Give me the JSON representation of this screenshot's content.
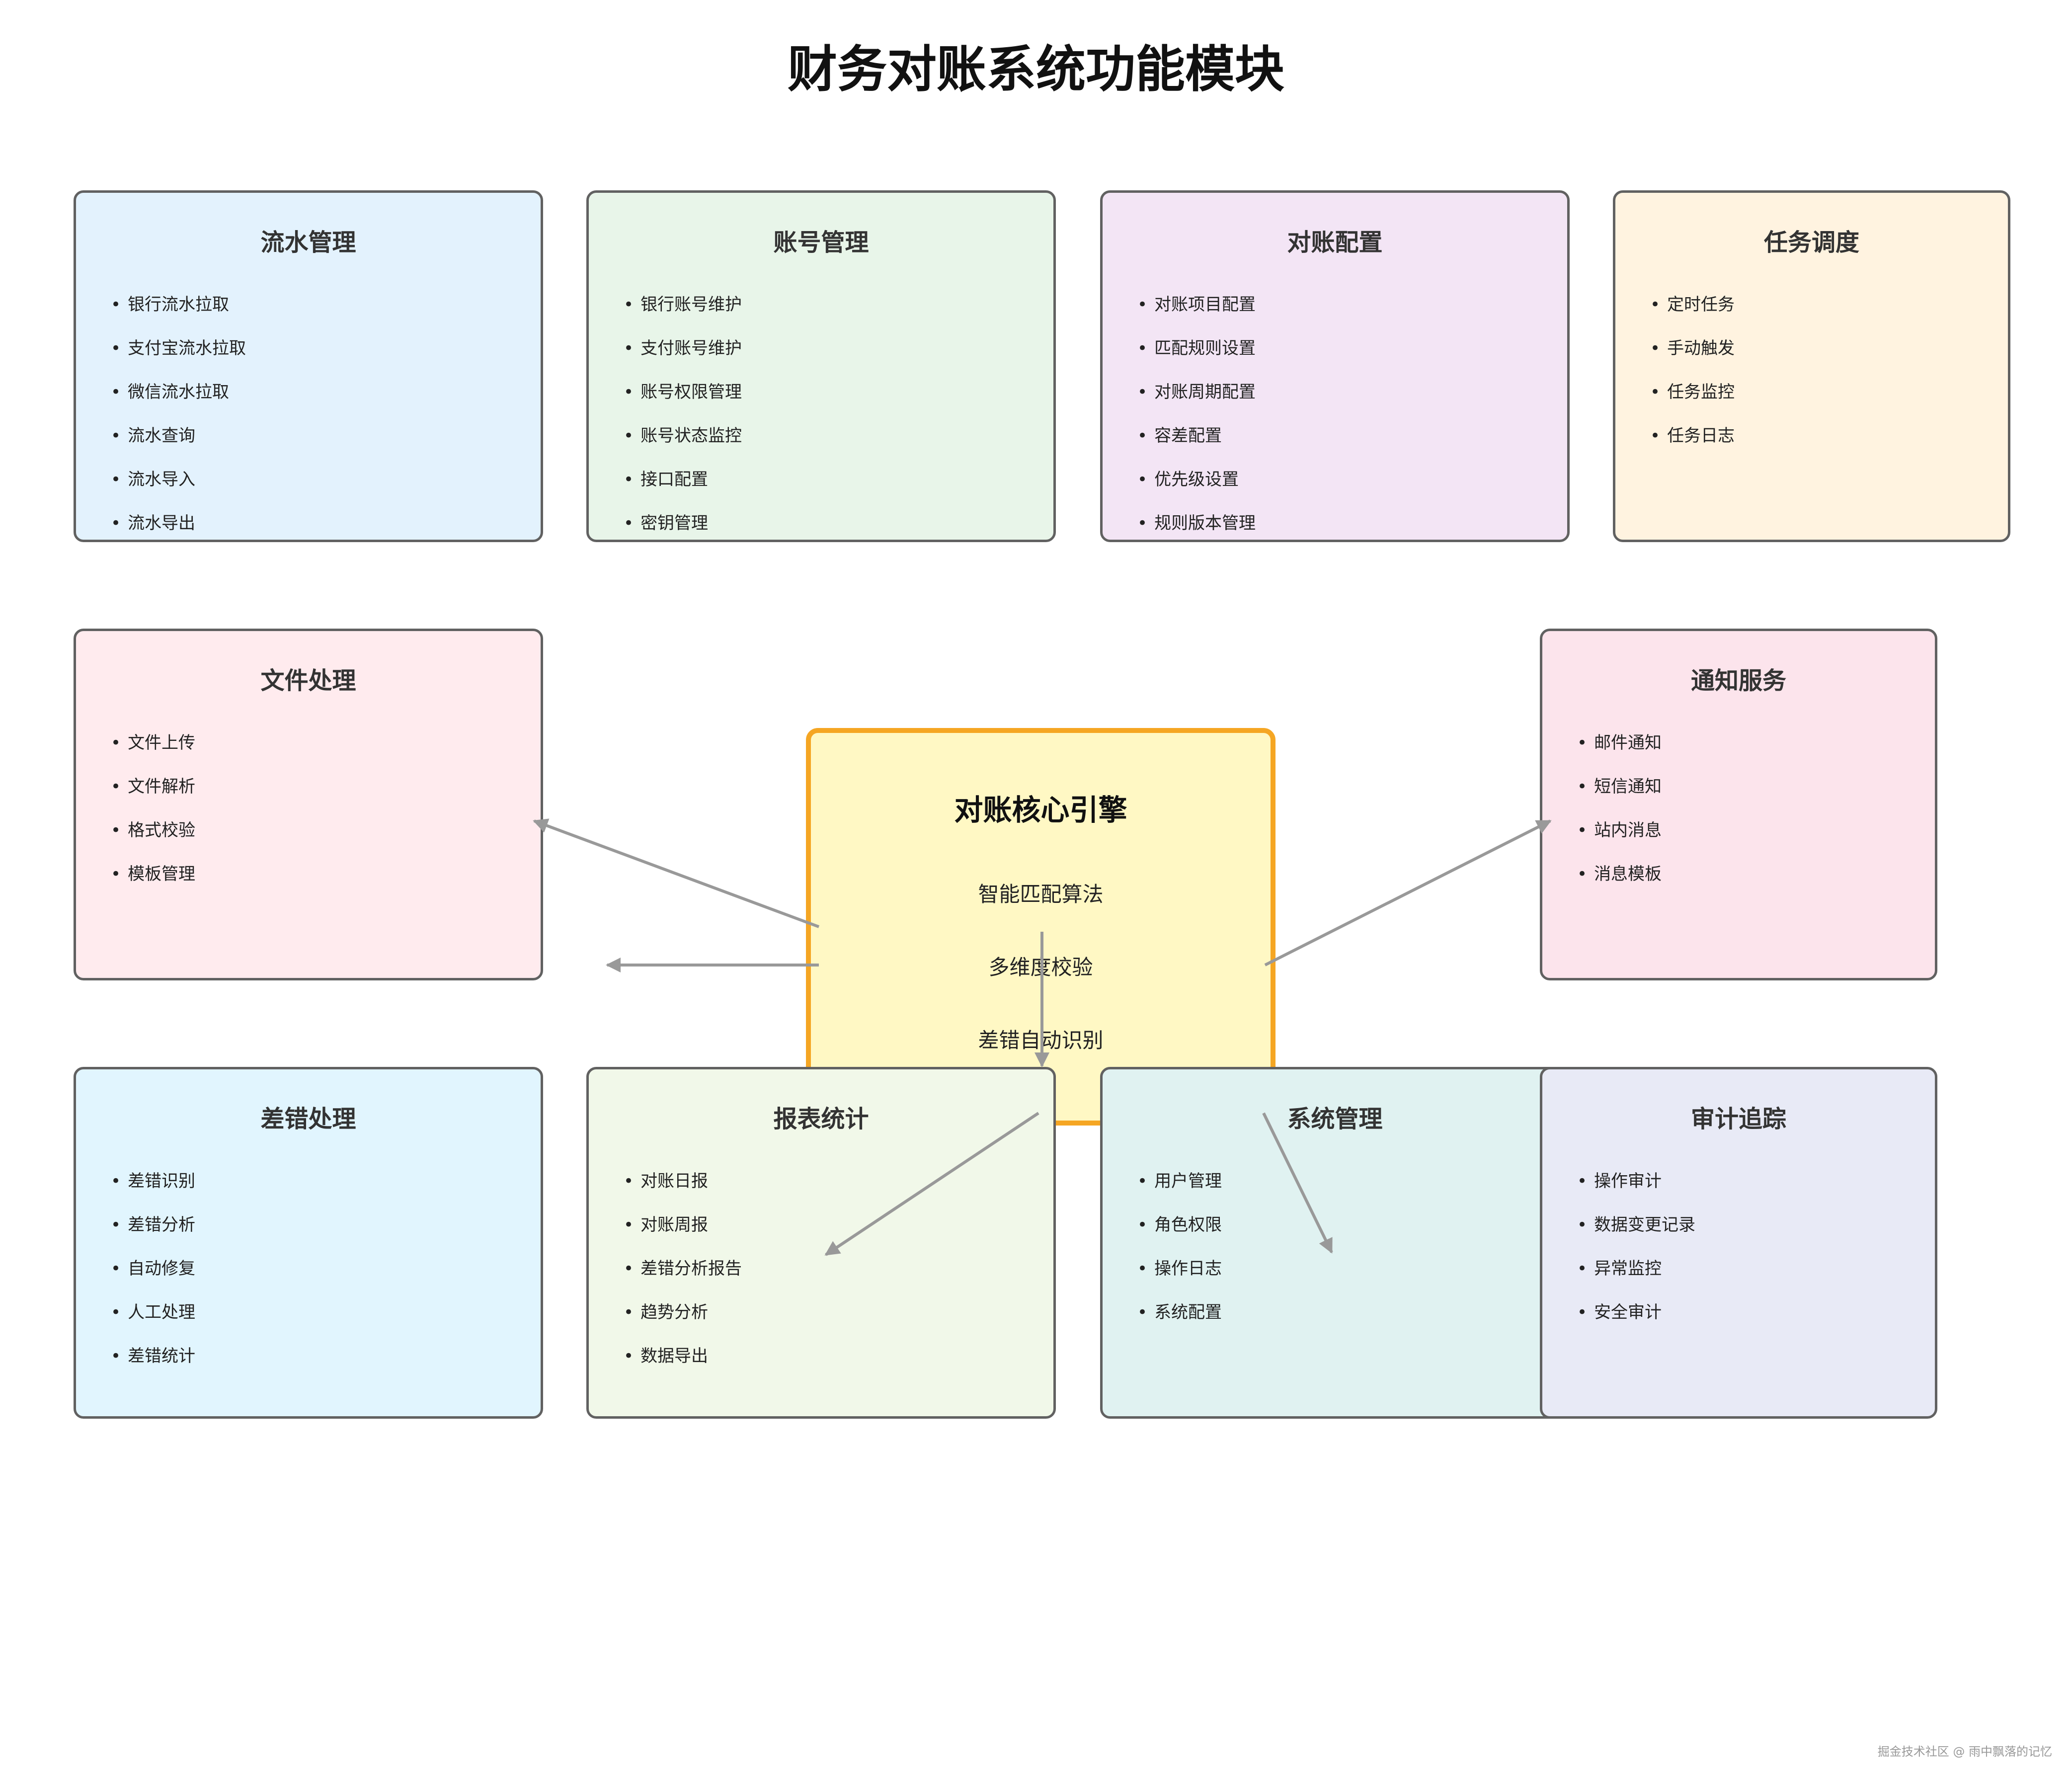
{
  "title": "财务对账系统功能模块",
  "core": {
    "title": "对账核心引擎",
    "lines": [
      "智能匹配算法",
      "多维度校验",
      "差错自动识别"
    ],
    "fill": "#fff8c4",
    "border": "#f5a623"
  },
  "modules": [
    {
      "id": "flow",
      "title": "流水管理",
      "color": "#e3f2fd",
      "items": [
        "银行流水拉取",
        "支付宝流水拉取",
        "微信流水拉取",
        "流水查询",
        "流水导入",
        "流水导出"
      ]
    },
    {
      "id": "account",
      "title": "账号管理",
      "color": "#e8f5e9",
      "items": [
        "银行账号维护",
        "支付账号维护",
        "账号权限管理",
        "账号状态监控",
        "接口配置",
        "密钥管理"
      ]
    },
    {
      "id": "config",
      "title": "对账配置",
      "color": "#f3e5f5",
      "items": [
        "对账项目配置",
        "匹配规则设置",
        "对账周期配置",
        "容差配置",
        "优先级设置",
        "规则版本管理"
      ]
    },
    {
      "id": "schedule",
      "title": "任务调度",
      "color": "#fff3e0",
      "items": [
        "定时任务",
        "手动触发",
        "任务监控",
        "任务日志"
      ]
    },
    {
      "id": "file",
      "title": "文件处理",
      "color": "#ffebee",
      "items": [
        "文件上传",
        "文件解析",
        "格式校验",
        "模板管理"
      ]
    },
    {
      "id": "notify",
      "title": "通知服务",
      "color": "#fce4ec",
      "items": [
        "邮件通知",
        "短信通知",
        "站内消息",
        "消息模板"
      ]
    },
    {
      "id": "error",
      "title": "差错处理",
      "color": "#e1f5fe",
      "items": [
        "差错识别",
        "差错分析",
        "自动修复",
        "人工处理",
        "差错统计"
      ]
    },
    {
      "id": "report",
      "title": "报表统计",
      "color": "#f1f8e9",
      "items": [
        "对账日报",
        "对账周报",
        "差错分析报告",
        "趋势分析",
        "数据导出"
      ]
    },
    {
      "id": "system",
      "title": "系统管理",
      "color": "#e0f2f1",
      "items": [
        "用户管理",
        "角色权限",
        "操作日志",
        "系统配置"
      ]
    },
    {
      "id": "audit",
      "title": "审计追踪",
      "color": "#e8eaf6",
      "items": [
        "操作审计",
        "数据变更记录",
        "异常监控",
        "安全审计"
      ]
    }
  ],
  "watermark": "掘金技术社区 @ 雨中飘落的记忆",
  "arrow_color": "#999999"
}
